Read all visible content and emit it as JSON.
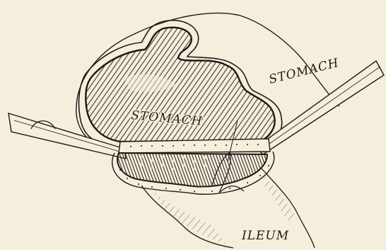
{
  "labels": {
    "stomach_upper": "STOMACH",
    "stomach_inner": "STOMACH",
    "ileum": "ILEUM"
  },
  "colors": {
    "paper": "#f6eedc",
    "ink": "#1c1a17",
    "shade": "#5b564d"
  }
}
